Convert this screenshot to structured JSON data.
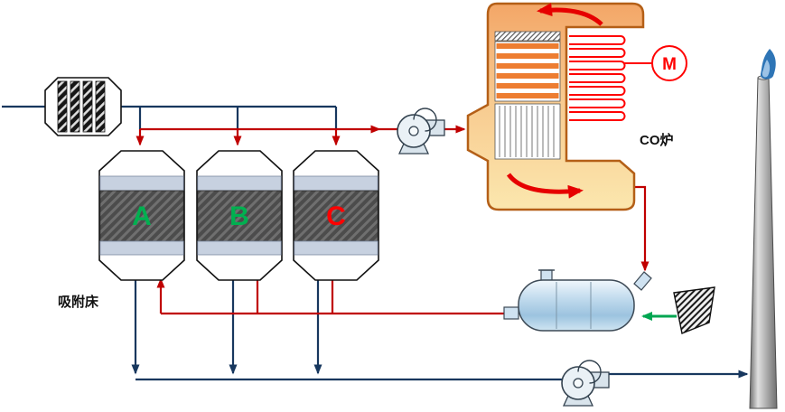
{
  "labels": {
    "adsorption_bed": "吸附床",
    "co_furnace": "CO炉",
    "motor": "M"
  },
  "vessels": [
    {
      "label": "A",
      "label_color": "#00B050"
    },
    {
      "label": "B",
      "label_color": "#00B050"
    },
    {
      "label": "C",
      "label_color": "#FF0000"
    }
  ],
  "colors": {
    "clean_line": "#17375E",
    "hot_line": "#C00000",
    "arrow_red": "#E60000",
    "coil_red": "#FF0000",
    "green_arrow": "#00A651",
    "furnace_border": "#B45F17",
    "furnace_fill_top": "#F5B97F",
    "furnace_fill_bottom": "#FBE3A3",
    "stripe_orange": "#ED7D31",
    "band_blue": "#C7D1E0",
    "cooler_blue": "#BDD7EA",
    "stack_gray": "#A0A0A0"
  },
  "icons": [
    "filter-icon",
    "blower-icon",
    "co-furnace-icon",
    "heat-exchanger-icon",
    "tube-bundle-icon",
    "coil-icon",
    "motor-icon",
    "cooler-vessel-icon",
    "hopper-icon",
    "stack-icon",
    "flame-icon"
  ]
}
